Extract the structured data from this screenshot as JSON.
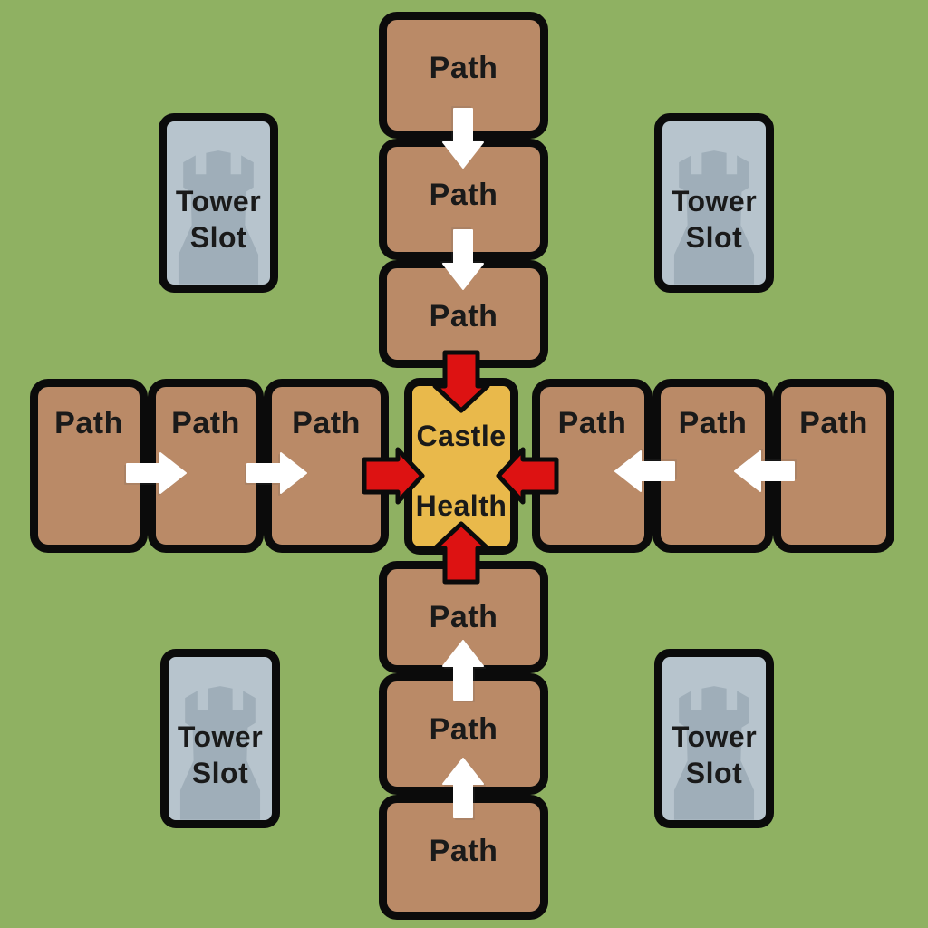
{
  "colors": {
    "background": "#8FB162",
    "path_tile": "#BA8A67",
    "castle_tile": "#E9B94B",
    "tower_slot_card": "#B7C4CD",
    "tower_icon": "#9FAEB9",
    "tile_border": "#0B0B0B",
    "arrow_white": "#FFFFFF",
    "arrow_red": "#DD1212",
    "label_text": "#1A1A1A"
  },
  "board": {
    "castle": {
      "line1": "Castle",
      "line2": "Health"
    },
    "paths": {
      "top": [
        "Path",
        "Path",
        "Path"
      ],
      "left": [
        "Path",
        "Path",
        "Path"
      ],
      "right": [
        "Path",
        "Path",
        "Path"
      ],
      "bottom": [
        "Path",
        "Path",
        "Path"
      ]
    },
    "tower_slots": {
      "top_left": {
        "line1": "Tower",
        "line2": "Slot"
      },
      "top_right": {
        "line1": "Tower",
        "line2": "Slot"
      },
      "bottom_left": {
        "line1": "Tower",
        "line2": "Slot"
      },
      "bottom_right": {
        "line1": "Tower",
        "line2": "Slot"
      }
    }
  },
  "icons": {
    "tower": "rook-silhouette",
    "white_arrow": "path-flow-arrow",
    "red_arrow": "castle-attack-arrow"
  }
}
